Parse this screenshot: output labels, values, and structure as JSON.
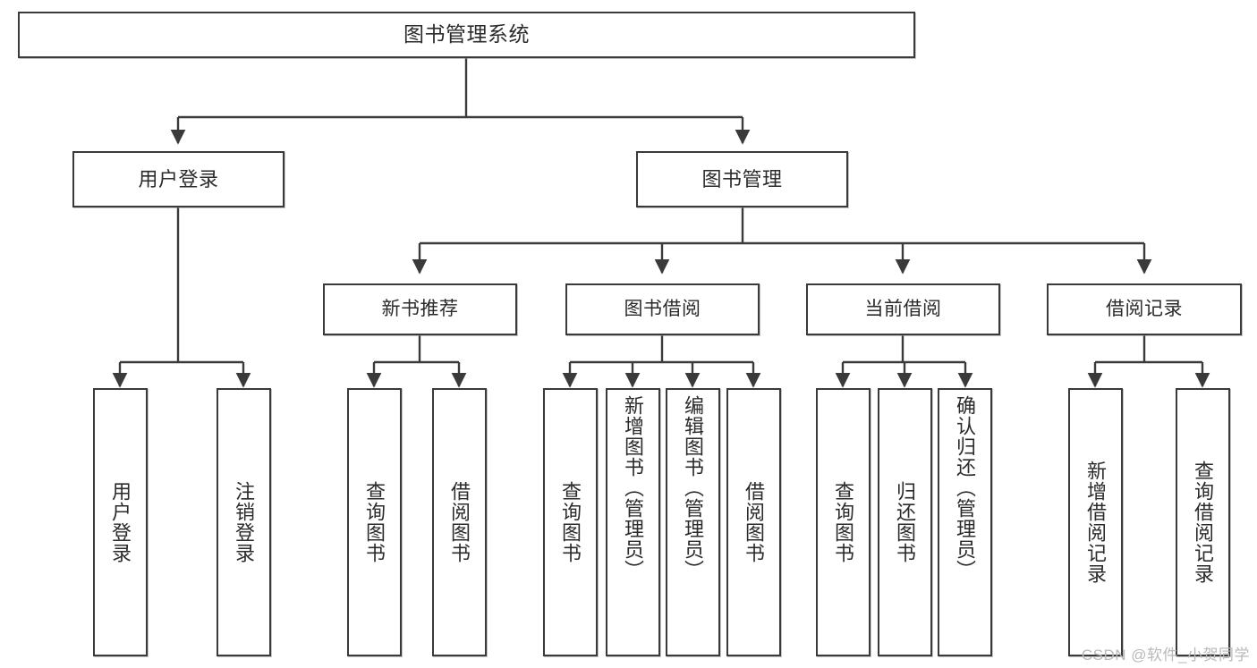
{
  "diagram": {
    "title": "图书管理系统",
    "watermark": "CSDN @软件_小贺同学",
    "line_color": "#3a3a3a",
    "box_border_color": "#3a3a3a",
    "text_color": "#2b2b2b",
    "background": "#ffffff",
    "type": "tree-hierarchy",
    "root": {
      "label": "图书管理系统"
    },
    "level2": [
      {
        "label": "用户登录"
      },
      {
        "label": "图书管理"
      }
    ],
    "level3": [
      {
        "label": "新书推荐"
      },
      {
        "label": "图书借阅"
      },
      {
        "label": "当前借阅"
      },
      {
        "label": "借阅记录"
      }
    ],
    "leaves": {
      "user_login": [
        {
          "label": "用户登录"
        },
        {
          "label": "注销登录"
        }
      ],
      "new_book_recommend": [
        {
          "label": "查询图书"
        },
        {
          "label": "借阅图书"
        }
      ],
      "book_borrow": [
        {
          "label": "查询图书"
        },
        {
          "label": "新增图书（管理员）"
        },
        {
          "label": "编辑图书（管理员）"
        },
        {
          "label": "借阅图书"
        }
      ],
      "current_borrow": [
        {
          "label": "查询图书"
        },
        {
          "label": "归还图书"
        },
        {
          "label": "确认归还（管理员）"
        }
      ],
      "borrow_record": [
        {
          "label": "新增借阅记录"
        },
        {
          "label": "查询借阅记录"
        }
      ]
    }
  }
}
